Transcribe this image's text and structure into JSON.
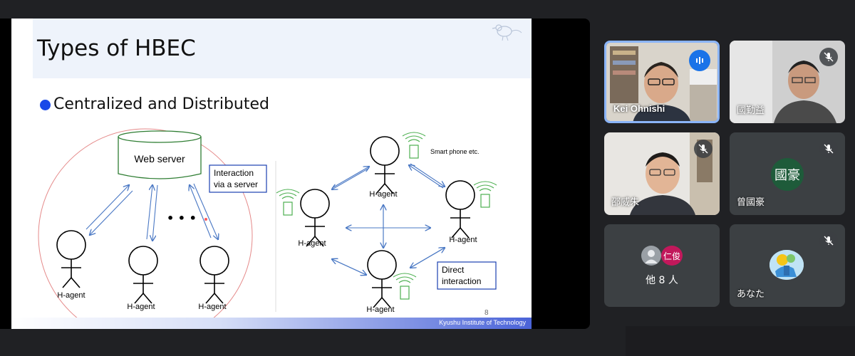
{
  "slide": {
    "title": "Types of HBEC",
    "subtitle": "Centralized and Distributed",
    "page_number": "8",
    "footer": "Kyushu Institute of Technology",
    "centralized": {
      "server_label": "Web server",
      "note_line1": "Interaction",
      "note_line2": "via a server",
      "ellipsis": "• • •",
      "agent_label": "H-agent"
    },
    "distributed": {
      "device_label": "Smart phone etc.",
      "note_line1": "Direct",
      "note_line2": "interaction",
      "agent_label": "H-agent"
    }
  },
  "participants": [
    {
      "name": "Kei Ohnishi",
      "status": "speaking"
    },
    {
      "name": "國勤益",
      "status": "muted"
    },
    {
      "name": "邵威朱",
      "status": "muted"
    },
    {
      "name": "曾國豪",
      "status": "muted",
      "avatar_text": "國豪",
      "avatar_color": "#1e5b3a"
    },
    {
      "name": "他 8 人",
      "status": "muted",
      "avatar_text": "仁俊",
      "avatar_color": "#c2185b"
    },
    {
      "name": "あなた",
      "status": "muted"
    }
  ],
  "icons": {
    "mic_off": "mic-off-icon",
    "speaking": "audio-level-icon"
  },
  "colors": {
    "accent_blue": "#1a49e8",
    "meet_background": "#202124",
    "tile_background": "#3c4043",
    "speaking_border": "#8ab4f8"
  }
}
